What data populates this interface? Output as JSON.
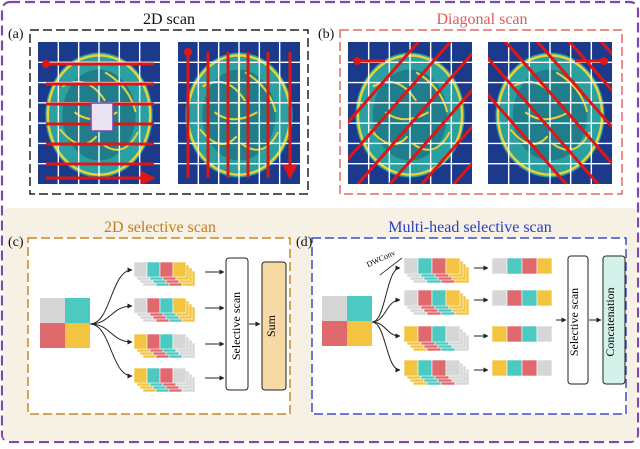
{
  "panels": {
    "a": {
      "tag": "(a)",
      "title": "2D scan",
      "title_color": "#111111"
    },
    "b": {
      "tag": "(b)",
      "title": "Diagonal scan",
      "title_color": "#e05a5a"
    },
    "c": {
      "tag": "(c)",
      "title": "2D selective scan",
      "title_color": "#c27d1a",
      "selective_label": "Selective scan",
      "sum_label": "Sum"
    },
    "d": {
      "tag": "(d)",
      "title": "Multi-head selective scan",
      "title_color": "#2b3fc2",
      "dwconv_label": "DWConv",
      "selective_label": "Selective scan",
      "concat_label": "Concatenation"
    }
  },
  "colors": {
    "outer_border": "#7b49b0",
    "bottom_bg": "#f6f1e4",
    "brain_bg": "#1c3a8c",
    "brain_tissue": "#2aa0a0",
    "brain_bright": "#e6d23a",
    "scan_red": "#e01515",
    "teal": "#4cc9c0",
    "red": "#e0696e",
    "yellow": "#f3c43f",
    "gray": "#d6d6d6",
    "sum_fill": "#f6d9a4",
    "concat_fill": "#d4f2ea",
    "border_a": "#222222",
    "border_b": "#e36a6a",
    "border_c": "#c9891f",
    "border_d": "#3b4ec8"
  }
}
